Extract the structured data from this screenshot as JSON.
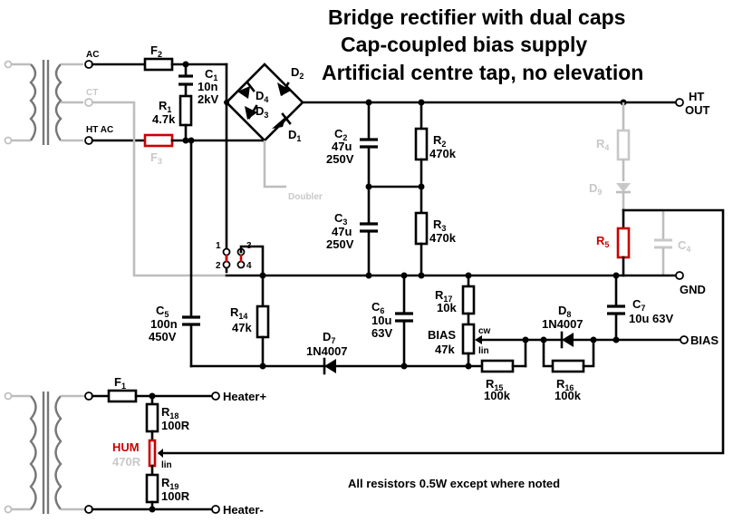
{
  "title": {
    "line1": "Bridge rectifier with dual caps",
    "line2": "Cap-coupled bias supply",
    "line3": "Artificial centre tap, no elevation"
  },
  "note": "All resistors 0.5W except where noted",
  "terminals": {
    "ac": "AC",
    "ct": "CT",
    "ht_ac": "HT AC",
    "ht": "HT",
    "out": "OUT",
    "gnd": "GND",
    "bias": "BIAS",
    "heater_plus": "Heater+",
    "heater_minus": "Heater-",
    "doubler": "Doubler"
  },
  "switch_pins": {
    "p1": "1",
    "p2": "2",
    "p3": "3",
    "p4": "4"
  },
  "components": {
    "f2": {
      "ref": "F",
      "sub": "2"
    },
    "f3": {
      "ref": "F",
      "sub": "3"
    },
    "f1": {
      "ref": "F",
      "sub": "1"
    },
    "c1": {
      "ref": "C",
      "sub": "1",
      "v1": "10n",
      "v2": "2kV"
    },
    "r1": {
      "ref": "R",
      "sub": "1",
      "v1": "4.7k"
    },
    "d1": {
      "ref": "D",
      "sub": "1"
    },
    "d2": {
      "ref": "D",
      "sub": "2"
    },
    "d3": {
      "ref": "D",
      "sub": "3"
    },
    "d4": {
      "ref": "D",
      "sub": "4"
    },
    "c2": {
      "ref": "C",
      "sub": "2",
      "v1": "47u",
      "v2": "250V"
    },
    "c3": {
      "ref": "C",
      "sub": "3",
      "v1": "47u",
      "v2": "250V"
    },
    "r2": {
      "ref": "R",
      "sub": "2",
      "v1": "470k"
    },
    "r3": {
      "ref": "R",
      "sub": "3",
      "v1": "470k"
    },
    "r4": {
      "ref": "R",
      "sub": "4"
    },
    "d9": {
      "ref": "D",
      "sub": "9"
    },
    "r5": {
      "ref": "R",
      "sub": "5"
    },
    "c4": {
      "ref": "C",
      "sub": "4"
    },
    "c5": {
      "ref": "C",
      "sub": "5",
      "v1": "100n",
      "v2": "450V"
    },
    "r14": {
      "ref": "R",
      "sub": "14",
      "v1": "47k"
    },
    "d7": {
      "ref": "D",
      "sub": "7",
      "v1": "1N4007"
    },
    "c6": {
      "ref": "C",
      "sub": "6",
      "v1": "10u",
      "v2": "63V"
    },
    "r17": {
      "ref": "R",
      "sub": "17",
      "v1": "10k"
    },
    "bias_pot": {
      "ref": "BIAS",
      "v1": "47k",
      "cw": "cw",
      "lin": "lin"
    },
    "r15": {
      "ref": "R",
      "sub": "15",
      "v1": "100k"
    },
    "d8": {
      "ref": "D",
      "sub": "8",
      "v1": "1N4007"
    },
    "r16": {
      "ref": "R",
      "sub": "16",
      "v1": "100k"
    },
    "c7": {
      "ref": "C",
      "sub": "7",
      "v1": "10u 63V"
    },
    "r18": {
      "ref": "R",
      "sub": "18",
      "v1": "100R"
    },
    "hum": {
      "ref": "HUM",
      "v1": "470R",
      "lin": "lin"
    },
    "r19": {
      "ref": "R",
      "sub": "19",
      "v1": "100R"
    }
  }
}
